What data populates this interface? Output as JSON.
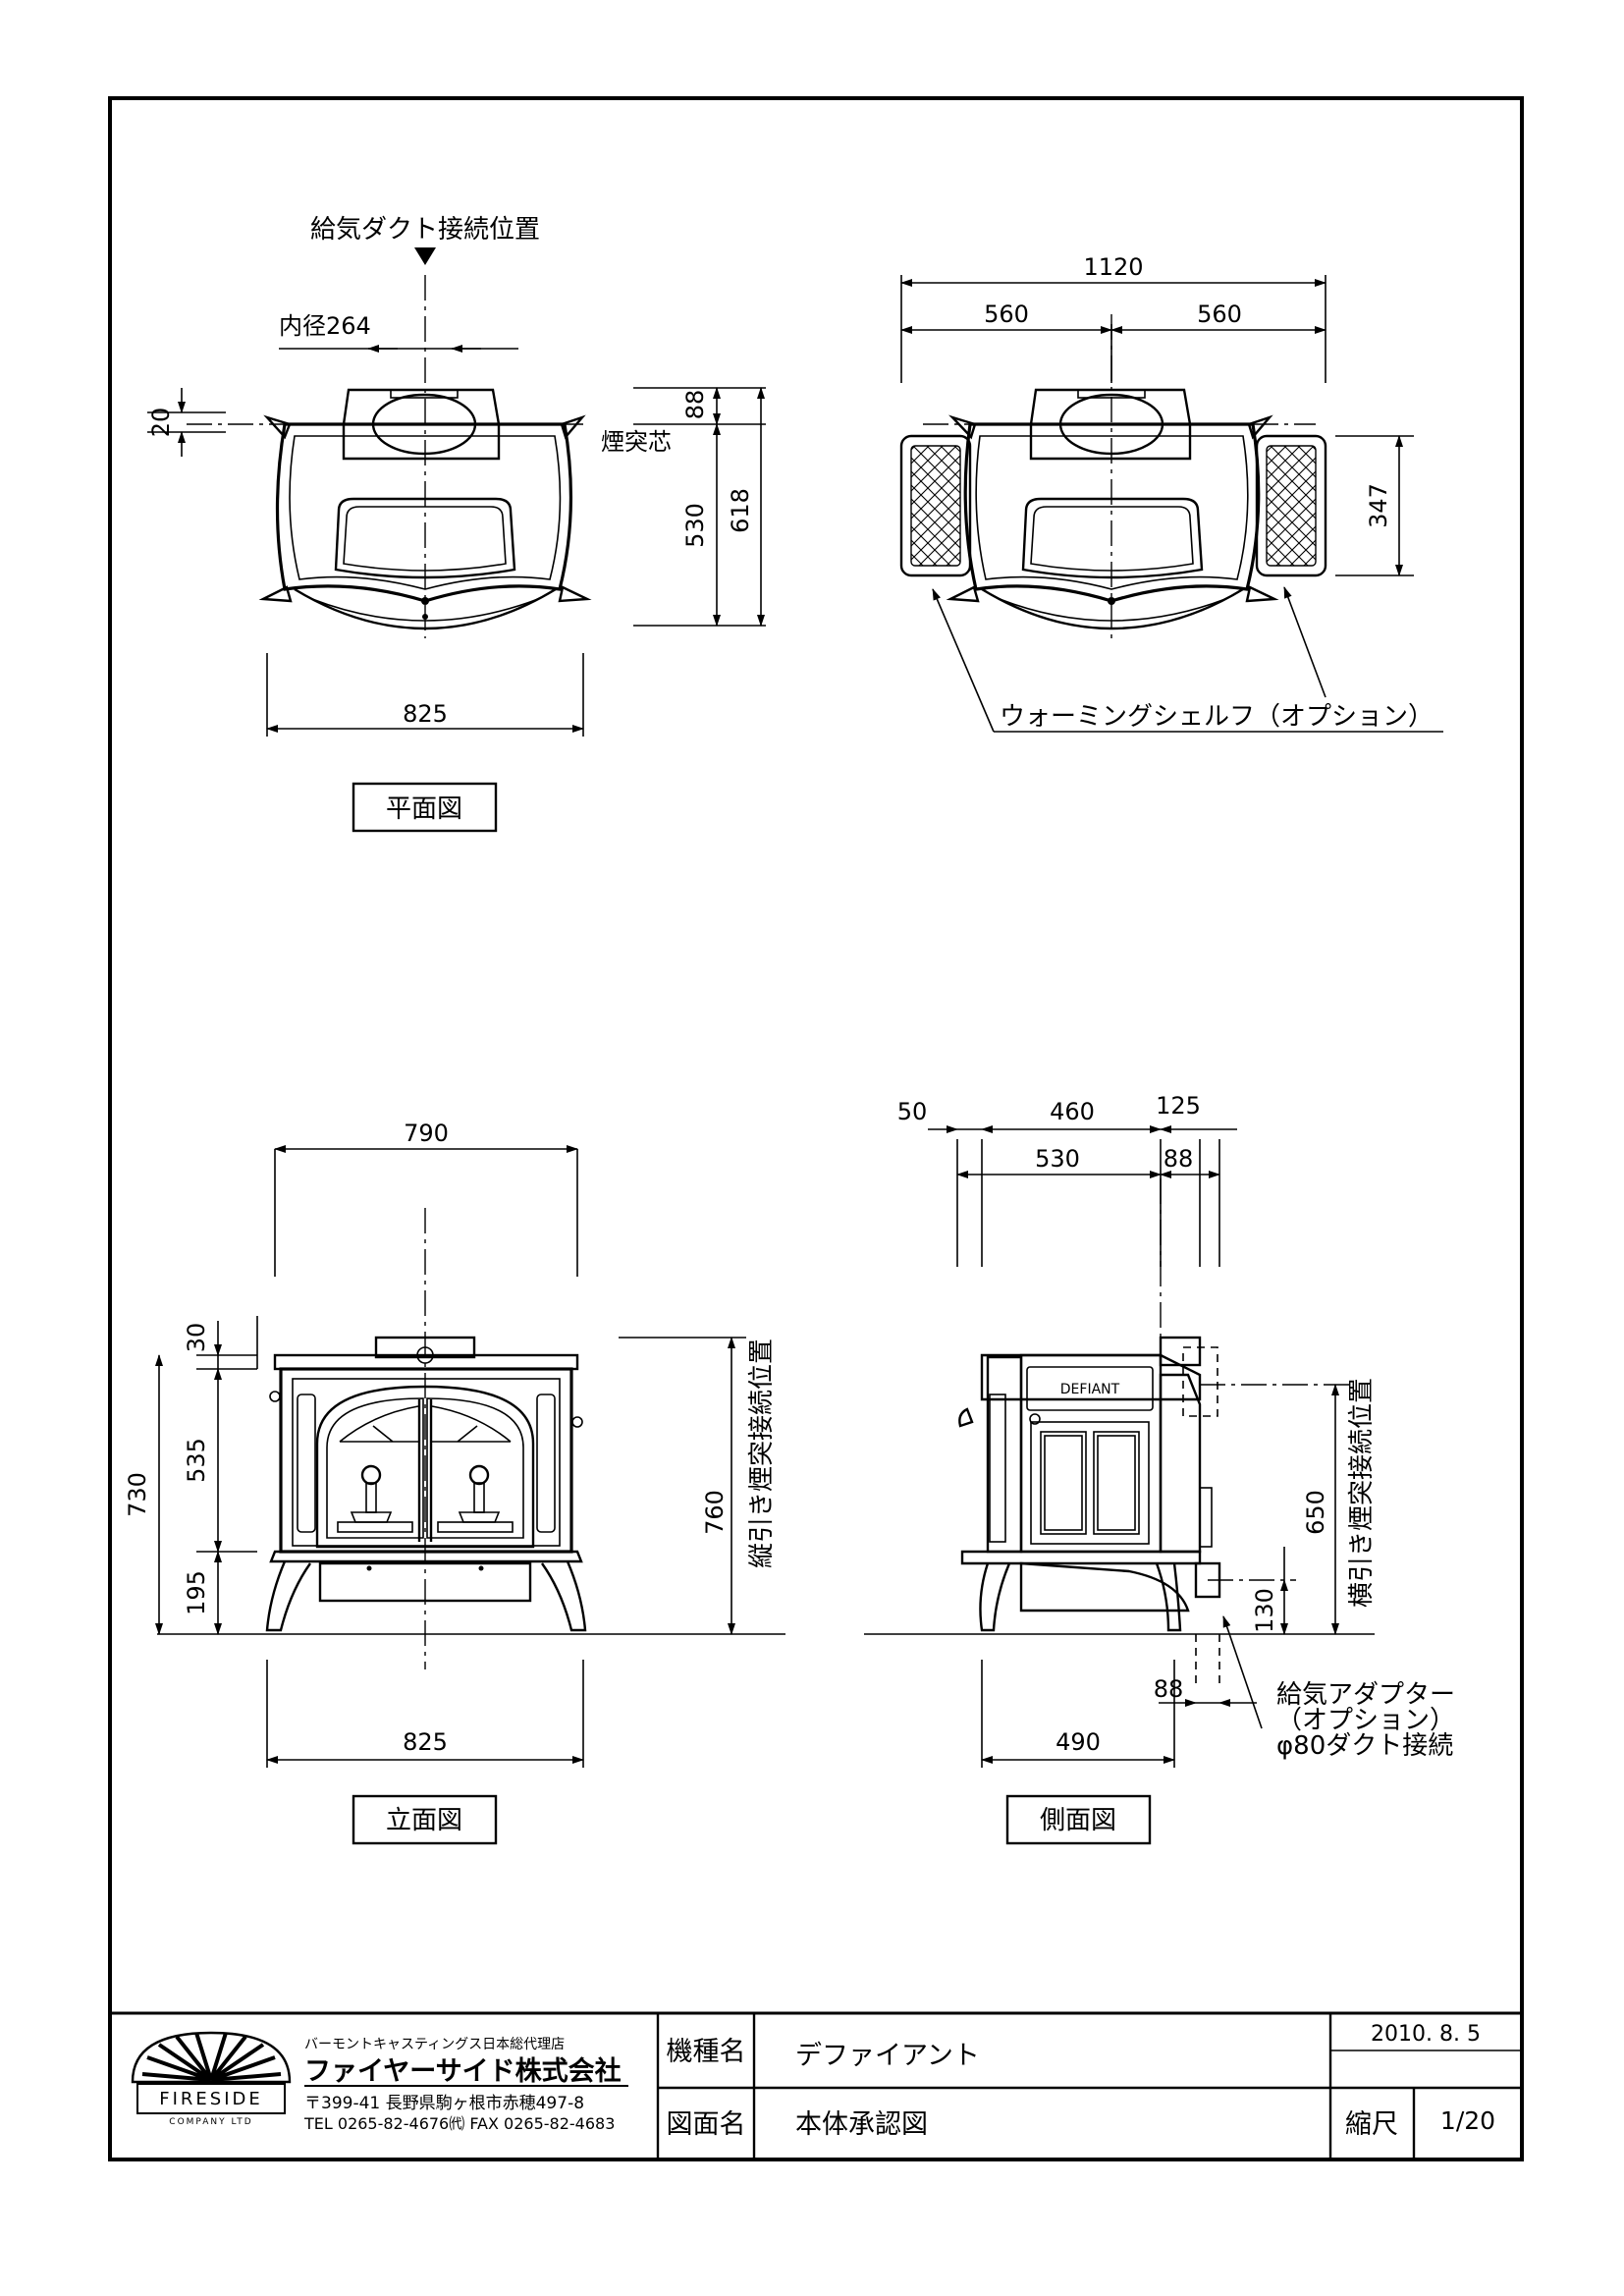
{
  "plan": {
    "title": "平面図",
    "supply_duct": "給気ダクト接続位置",
    "inner_dia": "内径264",
    "flue_center": "煙突芯",
    "d20": "20",
    "d88": "88",
    "d530": "530",
    "d618": "618",
    "d825": "825"
  },
  "plan_shelf": {
    "d1120": "1120",
    "d560a": "560",
    "d560b": "560",
    "d347": "347",
    "shelf_label": "ウォーミングシェルフ（オプション）"
  },
  "front": {
    "title": "立面図",
    "d790": "790",
    "d30": "30",
    "d535": "535",
    "d730": "730",
    "d195": "195",
    "d760": "760",
    "d825": "825",
    "vertical_flue": "縦引き煙突接続位置"
  },
  "side": {
    "title": "側面図",
    "d50": "50",
    "d460": "460",
    "d125": "125",
    "d530": "530",
    "d88top": "88",
    "d650": "650",
    "d130": "130",
    "d88bot": "88",
    "d490": "490",
    "horizontal_flue": "横引き煙突接続位置",
    "adapter_1": "給気アダプター",
    "adapter_2": "（オプション）",
    "adapter_3": "φ80ダクト接続",
    "nameplate": "DEFIANT"
  },
  "titleblock": {
    "company_sub": "バーモントキャスティングス日本総代理店",
    "company_name": "ファイヤーサイド株式会社",
    "address": "〒399-41  長野県駒ヶ根市赤穂497-8",
    "phone": "TEL 0265-82-4676㈹  FAX 0265-82-4683",
    "logo_text": "FIRESIDE",
    "logo_sub": "COMPANY LTD",
    "model_label": "機種名",
    "model_value": "デファイアント",
    "drawing_label": "図面名",
    "drawing_value": "本体承認図",
    "date": "2010. 8. 5",
    "scale_label": "縮尺",
    "scale_value": "1/20"
  }
}
